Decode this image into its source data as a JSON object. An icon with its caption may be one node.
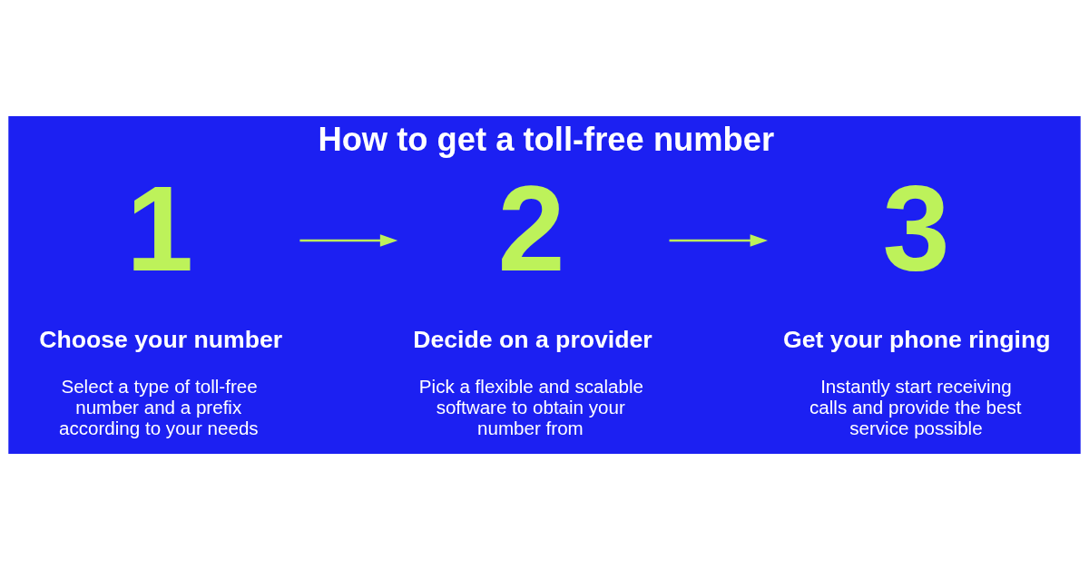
{
  "diagram": {
    "title": "How to get a toll-free number",
    "nodes": [
      {
        "text": [
          "1",
          "Choose your number",
          "Select a type of toll-free number and a prefix according to your needs"
        ]
      },
      {
        "text": [
          "2",
          "Decide on a provider",
          "Pick a flexible and scalable software to obtain your number from"
        ]
      },
      {
        "text": [
          "3",
          "Get your phone ringing",
          "Instantly start receiving calls and provide the best service possible"
        ]
      }
    ],
    "edges": [
      {
        "from": 0,
        "to": 1,
        "arrow": "to"
      },
      {
        "from": 1,
        "to": 2,
        "arrow": "to"
      }
    ]
  }
}
